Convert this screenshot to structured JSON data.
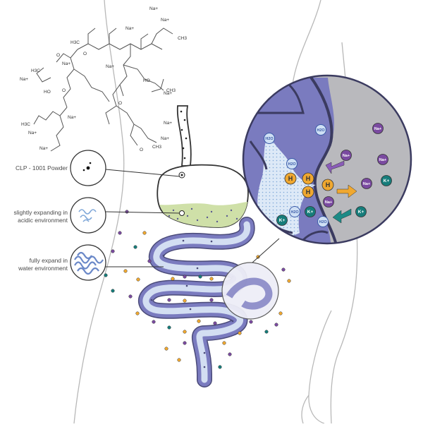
{
  "callouts": {
    "powder": "CLP - 1001 Powder",
    "acidic_line1": "slightly expanding in",
    "acidic_line2": "acidic environment",
    "water_line1": "fully expand in",
    "water_line2": "water environment"
  },
  "molecule": {
    "labels": [
      "Na+",
      "Na+",
      "Na+",
      "Na+",
      "Na+",
      "Na+",
      "Na+",
      "Na+",
      "Na+",
      "Na+",
      "Na+",
      "Na+",
      "O",
      "O",
      "O",
      "O",
      "O",
      "HO",
      "HO",
      "H3C",
      "H3C",
      "H3C",
      "CH3",
      "CH3",
      "CH3"
    ]
  },
  "magnifier": {
    "water_label": "H2O",
    "sodium_label": "Na+",
    "potassium_label": "K+",
    "hydrogen_label": "H"
  },
  "colors": {
    "intestine": "#7a7bbf",
    "intestine_dark": "#4a4a78",
    "stomach_acid": "#cfe0a8",
    "sodium": "#7a4aa0",
    "potassium": "#167c7a",
    "hydrogen": "#f0a830",
    "water": "#3a5aa8",
    "arrow_purple": "#8a5cb8",
    "arrow_orange": "#f0a830",
    "arrow_teal": "#1c8a86"
  }
}
